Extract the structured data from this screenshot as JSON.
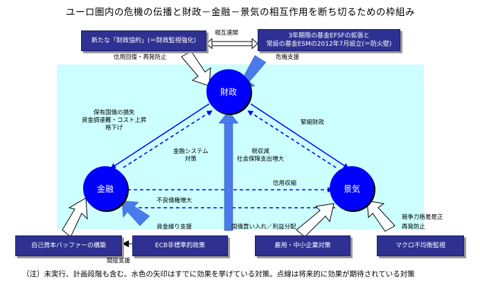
{
  "title": "ユーロ圏内の危機の伝播と財政－金融－景気の相互作用を断ち切るための枠組み",
  "nodes": {
    "fiscal": "財政",
    "finance": "金融",
    "economy": "景気"
  },
  "boxes": {
    "fiscal_compact": "新たな「財政協約」(＝財政監視強化)",
    "efsf_line1": "3年期限の基金EFSFの拡張と",
    "efsf_line2": "常設の基金ESMの2012年7月設立(＝防火壁)",
    "bank_capital": "自己資本バッファーの構築",
    "ecb": "ECB非標準的政策",
    "employment": "雇用・中小企業対策",
    "macro": "マクロ不均衡監視"
  },
  "labels": {
    "mutual": "相互連関",
    "credit_recovery": "信用回復・再発防止",
    "crisis_support": "危機支援",
    "bond_loss_1": "保有国債の損失",
    "bond_loss_2": "資金調達難・コスト上昇",
    "bond_loss_3": "格下げ",
    "fin_system_1": "金融システム",
    "fin_system_2": "対策",
    "tax_1": "税収減",
    "tax_2": "社会保障支出増大",
    "tight_fiscal": "緊縮財政",
    "credit_crunch": "信用収縮",
    "npl": "不良債権増大",
    "fund_support": "資金繰り支援",
    "bond_purchase": "国債買い入れ／利益分配",
    "competitiveness": "競争力格差是正",
    "recurrence": "再発防止",
    "indirect": "間接支援"
  },
  "note": "（注）未実行、計画段階も含む。水色の矢印はすでに効果を挙げている対策。点線は将来的に効果が期待されている対策",
  "colors": {
    "background_panel": "#ccffff",
    "box": "#2e3191",
    "circle": "#0000ff",
    "arrow": "#0000ff",
    "highlight_arrow": "#4a7bea"
  }
}
